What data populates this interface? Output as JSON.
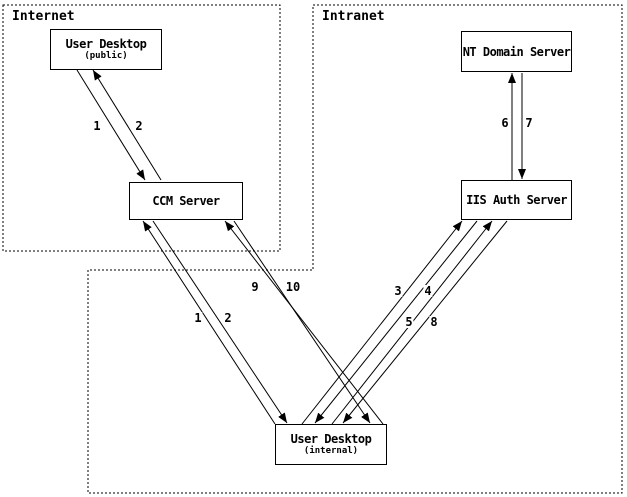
{
  "diagram": {
    "zones": [
      {
        "id": "internet",
        "label": "Internet"
      },
      {
        "id": "intranet",
        "label": "Intranet"
      }
    ],
    "nodes": [
      {
        "id": "ud-public",
        "title": "User Desktop",
        "subtitle": "(public)"
      },
      {
        "id": "ccm",
        "title": "CCM Server",
        "subtitle": ""
      },
      {
        "id": "nt",
        "title": "NT Domain Server",
        "subtitle": ""
      },
      {
        "id": "iis",
        "title": "IIS Auth Server",
        "subtitle": ""
      },
      {
        "id": "ud-internal",
        "title": "User Desktop",
        "subtitle": "(internal)"
      }
    ],
    "edges": [
      {
        "label": "1",
        "from": "ud-public",
        "to": "ccm"
      },
      {
        "label": "2",
        "from": "ccm",
        "to": "ud-public"
      },
      {
        "label": "1",
        "from": "ud-internal",
        "to": "ccm"
      },
      {
        "label": "2",
        "from": "ccm",
        "to": "ud-internal"
      },
      {
        "label": "3",
        "from": "ud-internal",
        "to": "iis"
      },
      {
        "label": "4",
        "from": "iis",
        "to": "ud-internal"
      },
      {
        "label": "5",
        "from": "ud-internal",
        "to": "iis"
      },
      {
        "label": "8",
        "from": "iis",
        "to": "ud-internal"
      },
      {
        "label": "6",
        "from": "iis",
        "to": "nt"
      },
      {
        "label": "7",
        "from": "nt",
        "to": "iis"
      },
      {
        "label": "9",
        "from": "ud-internal",
        "to": "ccm"
      },
      {
        "label": "10",
        "from": "ccm",
        "to": "ud-internal"
      }
    ]
  },
  "colors": {
    "ink": "#000000",
    "background": "#ffffff"
  }
}
